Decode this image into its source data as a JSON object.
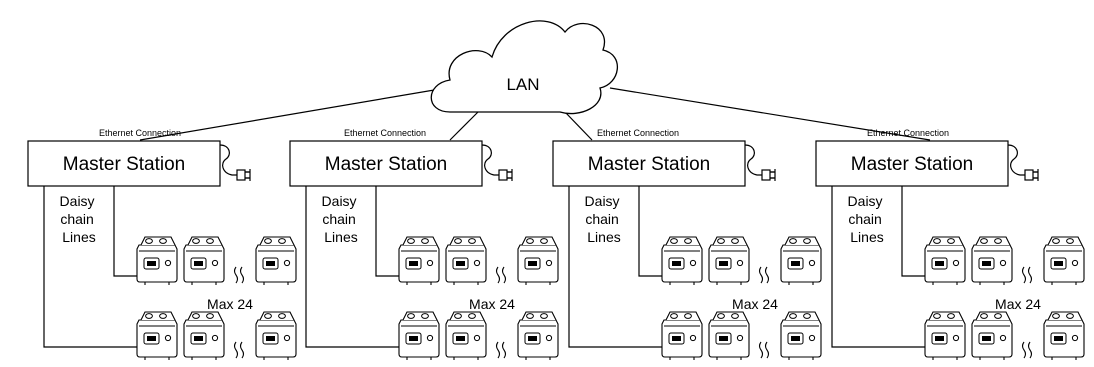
{
  "lan": {
    "label": "LAN"
  },
  "stations": [
    {
      "ethernet_label": "Ethernet Connection",
      "master_label": "Master Station",
      "daisy_label_lines": [
        "Daisy",
        "chain",
        "Lines"
      ],
      "max_label": "Max 24"
    },
    {
      "ethernet_label": "Ethernet Connection",
      "master_label": "Master Station",
      "daisy_label_lines": [
        "Daisy",
        "chain",
        "Lines"
      ],
      "max_label": "Max 24"
    },
    {
      "ethernet_label": "Ethernet Connection",
      "master_label": "Master Station",
      "daisy_label_lines": [
        "Daisy",
        "chain",
        "Lines"
      ],
      "max_label": "Max 24"
    },
    {
      "ethernet_label": "Ethernet Connection",
      "master_label": "Master Station",
      "daisy_label_lines": [
        "Daisy",
        "chain",
        "Lines"
      ],
      "max_label": "Max 24"
    }
  ],
  "icons": {
    "power": "power-plug-icon",
    "device": "terminal-device-icon",
    "break": "line-break-icon",
    "cloud": "cloud-icon"
  },
  "colors": {
    "stroke": "#000000",
    "background": "#ffffff"
  }
}
